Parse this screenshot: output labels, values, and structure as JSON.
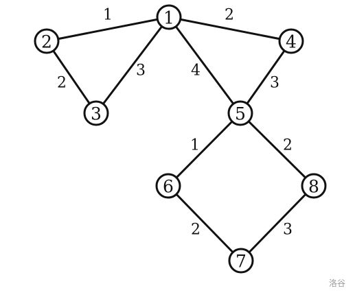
{
  "graph": {
    "nodes": [
      {
        "id": "1",
        "label": "1"
      },
      {
        "id": "2",
        "label": "2"
      },
      {
        "id": "3",
        "label": "3"
      },
      {
        "id": "4",
        "label": "4"
      },
      {
        "id": "5",
        "label": "5"
      },
      {
        "id": "6",
        "label": "6"
      },
      {
        "id": "7",
        "label": "7"
      },
      {
        "id": "8",
        "label": "8"
      }
    ],
    "edges": [
      {
        "from": "1",
        "to": "2",
        "weight": "1"
      },
      {
        "from": "1",
        "to": "4",
        "weight": "2"
      },
      {
        "from": "1",
        "to": "3",
        "weight": "3"
      },
      {
        "from": "1",
        "to": "5",
        "weight": "4"
      },
      {
        "from": "2",
        "to": "3",
        "weight": "2"
      },
      {
        "from": "4",
        "to": "5",
        "weight": "3"
      },
      {
        "from": "5",
        "to": "6",
        "weight": "1"
      },
      {
        "from": "5",
        "to": "8",
        "weight": "2"
      },
      {
        "from": "6",
        "to": "7",
        "weight": "2"
      },
      {
        "from": "8",
        "to": "7",
        "weight": "3"
      }
    ]
  },
  "watermark": "洛谷"
}
